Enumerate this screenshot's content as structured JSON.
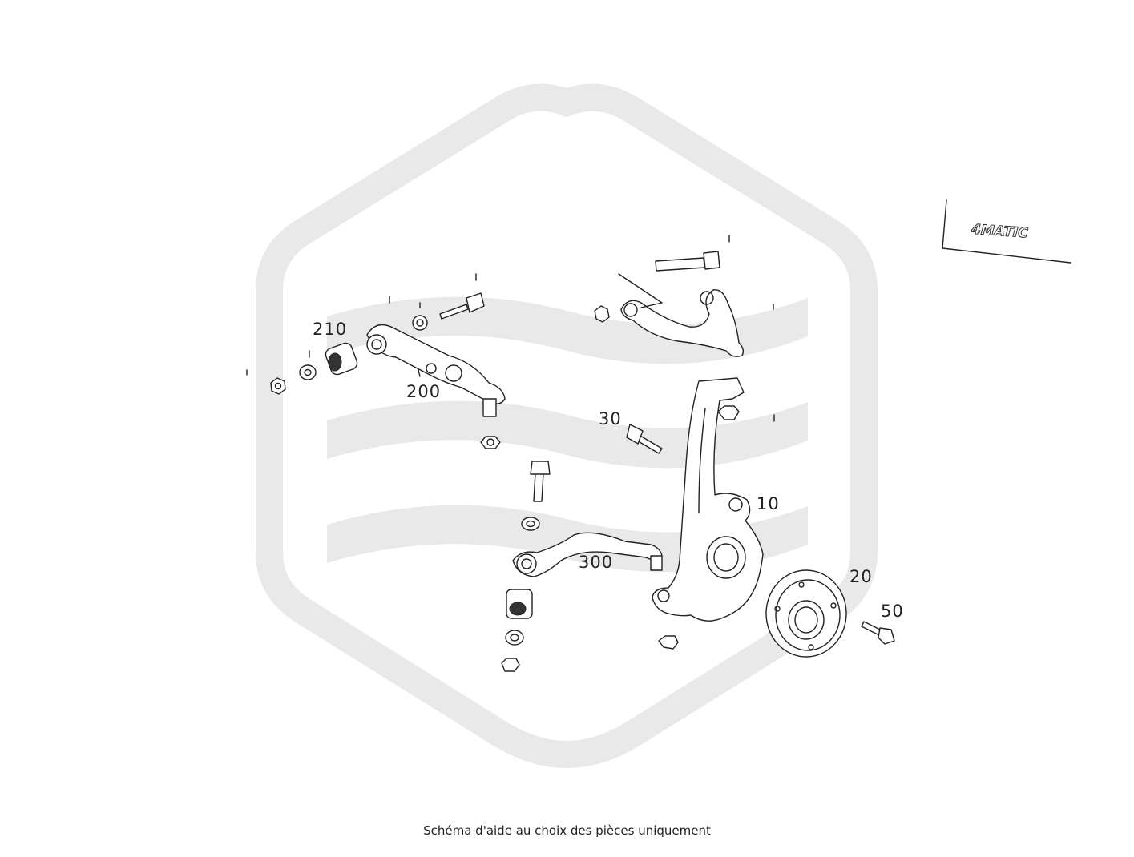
{
  "caption": "Schéma d'aide au choix des pièces uniquement",
  "badge": {
    "text": "4MATIC"
  },
  "part_labels": {
    "p10": "10",
    "p20": "20",
    "p30": "30",
    "p50": "50",
    "p200": "200",
    "p210": "210",
    "p300": "300"
  },
  "colors": {
    "watermark": "#e9e9e9",
    "lines": "#222222",
    "background": "#ffffff"
  }
}
